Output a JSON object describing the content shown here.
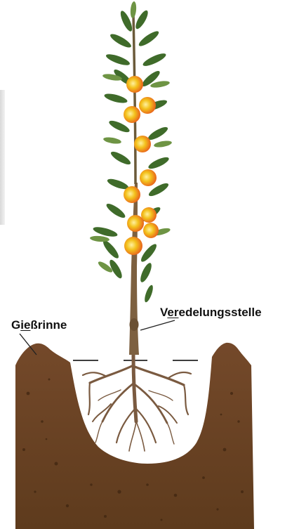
{
  "labels": {
    "giessrinne": {
      "first": "G",
      "underlined": "ie",
      "rest": "ßrinne"
    },
    "veredelungsstelle": {
      "first": "V",
      "underlined": "er",
      "rest": "edelungsstelle"
    }
  },
  "colors": {
    "soil": "#6b4423",
    "soil_dark": "#4e2f14",
    "root": "#7a5a40",
    "trunk": "#7d6040",
    "leaf": "#3f6b2a",
    "leaf_light": "#6e9444",
    "fruit_yellow": "#f3c21c",
    "fruit_orange": "#e8621b"
  },
  "icons": [
    "tree-illustration",
    "soil-cross-section",
    "root-system"
  ]
}
